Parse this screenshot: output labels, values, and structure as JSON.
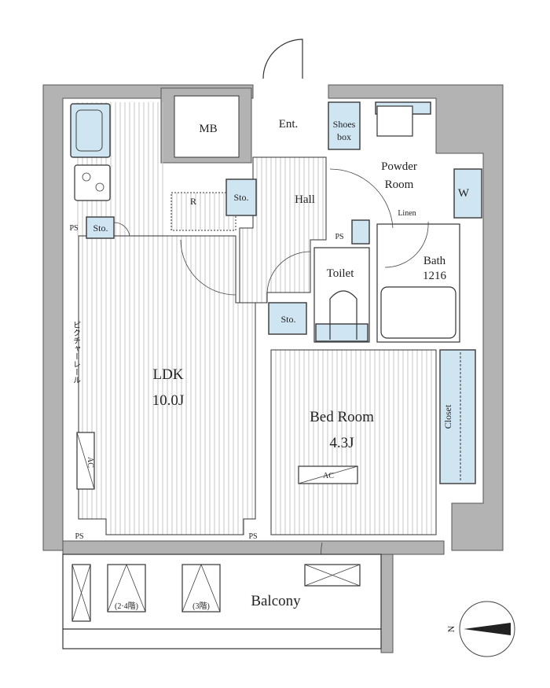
{
  "floor_plan": {
    "rooms": {
      "mb": "MB",
      "entrance": "Ent.",
      "shoes_box": [
        "Shoes",
        "box"
      ],
      "powder_room": [
        "Powder",
        "Room"
      ],
      "washer": "W",
      "hall": "Hall",
      "refrigerator": "R",
      "storage_hall": "Sto.",
      "storage_kitchen": "Sto.",
      "storage_toilet": "Sto.",
      "linen": "Linen",
      "toilet": "Toilet",
      "bath": [
        "Bath",
        "1216"
      ],
      "ldk": [
        "LDK",
        "10.0J"
      ],
      "bedroom": [
        "Bed Room",
        "4.3J"
      ],
      "closet": "Closet",
      "balcony": "Balcony",
      "picture_rail": "ピクチャーレール"
    },
    "ps_labels": [
      "PS",
      "PS",
      "PS",
      "PS"
    ],
    "ac_labels": [
      "AC",
      "AC"
    ],
    "balcony_notes": [
      "(2·4階)",
      "(3階)"
    ],
    "compass": "N",
    "colors": {
      "fixture": "#cfe5f2",
      "wall": "#b3b3b3"
    }
  }
}
